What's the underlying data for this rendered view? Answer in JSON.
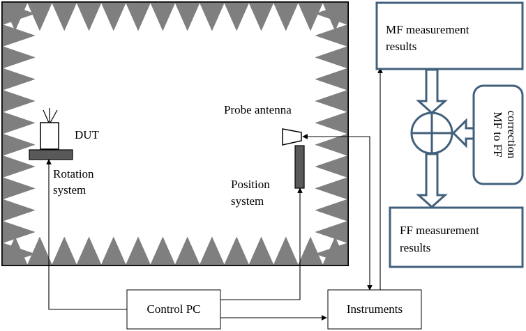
{
  "chamber": {
    "dut_label": "DUT",
    "rotation_label": [
      "Rotation",
      "system"
    ],
    "probe_label": "Probe antenna",
    "position_label": [
      "Position",
      "system"
    ]
  },
  "control_pc": {
    "label": "Control PC"
  },
  "instruments": {
    "label": "Instruments"
  },
  "mf_results": {
    "label": [
      "MF measurement",
      "results"
    ]
  },
  "ff_results": {
    "label": [
      "FF measurement",
      "results"
    ]
  },
  "correction": {
    "label": [
      "MF to FF",
      "correction"
    ]
  },
  "colors": {
    "absorber": "#7f7f7f",
    "box_border": "#41607c",
    "arrow_fill": "#ffffff",
    "arrow_border": "#41607c",
    "line": "#000000",
    "bar": "#595959"
  }
}
